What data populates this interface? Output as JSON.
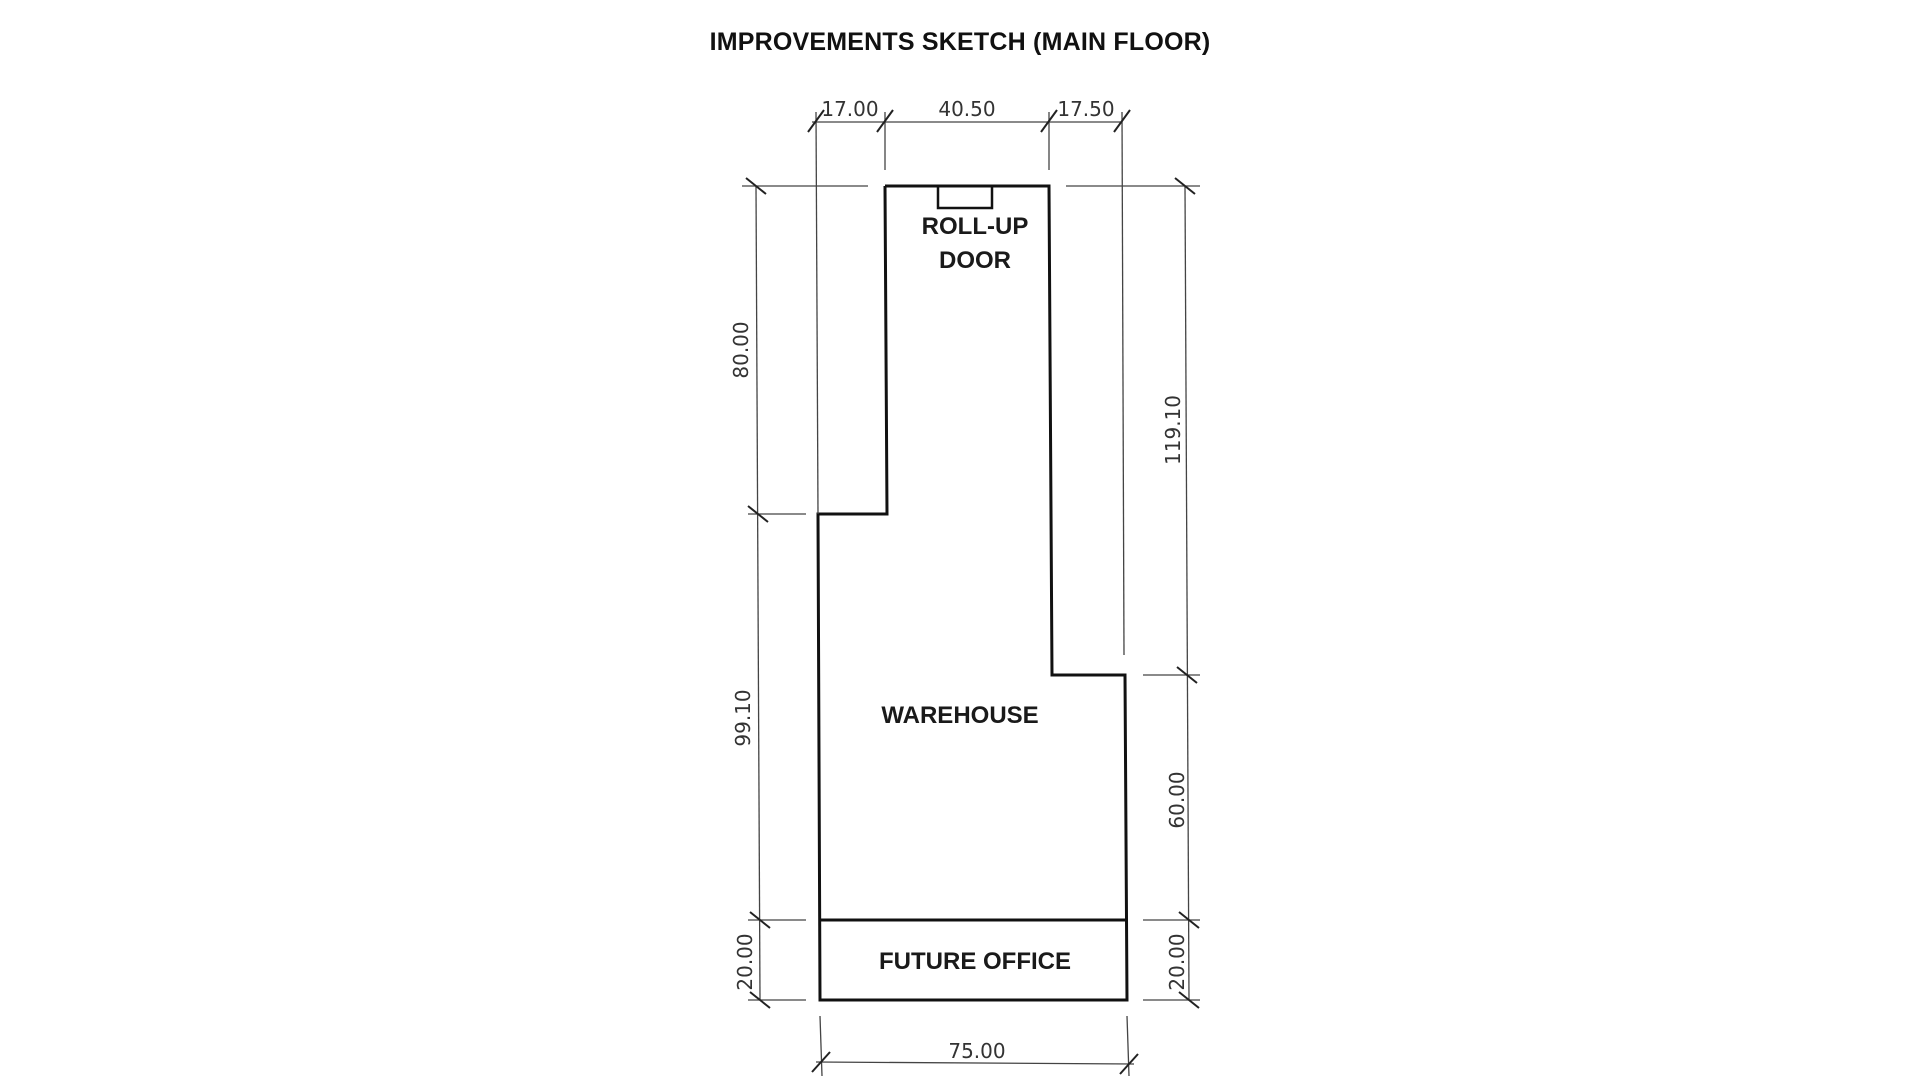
{
  "title": "IMPROVEMENTS SKETCH (MAIN FLOOR)",
  "dimensions": {
    "top_left": "17.00",
    "top_middle": "40.50",
    "top_right": "17.50",
    "left_upper": "80.00",
    "left_middle": "99.10",
    "left_lower": "20.00",
    "right_upper": "119.10",
    "right_middle": "60.00",
    "right_lower": "20.00",
    "bottom": "75.00"
  },
  "rooms": {
    "rollup_line1": "ROLL-UP",
    "rollup_line2": "DOOR",
    "warehouse": "WAREHOUSE",
    "office": "FUTURE OFFICE"
  },
  "colors": {
    "wall": "#111111",
    "dimension": "#444444"
  }
}
